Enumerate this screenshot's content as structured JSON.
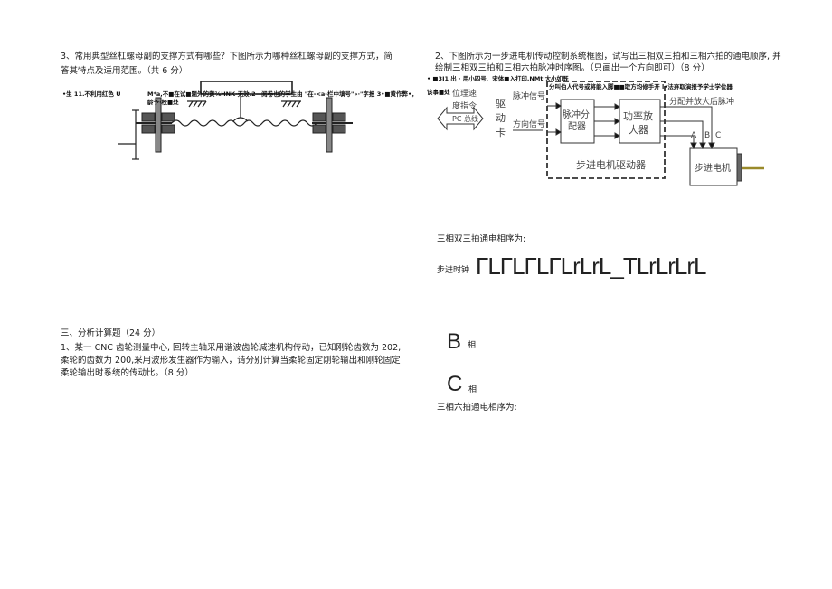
{
  "left": {
    "q3_line1": "3、常用典型丝杠螺母副的支撑方式有哪些？下图所示为哪种丝杠螺母副的支撑方式，简",
    "q3_line2": "答其特点及适用范围。（共 6 分）",
    "garbled_a": "•生 11.不利用红色 U",
    "garbled_b": "M*a,不■在试■题外的黄⅞HNK·无效.2—阅卷也的学生由 \"在-<a-栏中填号\"»·\"字报 3•■黄作弊•，龄予·校■处",
    "section3": "三、分析计算题（24 分）",
    "q1_line1": "1、某一 CNC 齿轮测量中心, 回转主轴采用谐波齿轮减速机构传动，已知刚轮齿数为 202,",
    "q1_line2": "柔轮的齿数为 200,采用波形发生器作为输入，请分别计算当柔轮固定刚轮输出和刚轮固定",
    "q1_line3": "柔轮输出时系统的传动比。（8 分）"
  },
  "right": {
    "q2_line1": "2、下图所示为一步进电机传动控制系统框图，试写出三相双三拍和三相六拍的通电顺序, 并",
    "q2_line2": "绘制三相双三拍和三相六拍脉冲时序图。（只画出一个方向即可）（8 分）",
    "garbled_c": "• ■3I1 出 · 用小四号、宋体■入打印.NMt 大小如既",
    "garbled_d": "分叫伯人代号或将能入脚■■取方均修手开 l•法弃取演报予学士学位器",
    "garbled_e": "该事■处",
    "diagram": {
      "pos_cmd_1": "位理速",
      "pos_cmd_2": "度指令",
      "bus": "PC 总线",
      "card_1": "驱",
      "card_2": "动",
      "card_3": "卡",
      "pulse_signal": "脉冲信号",
      "dir_signal": "方向信号",
      "distributor_1": "脉冲分",
      "distributor_2": "配器",
      "amp_1": "功率放",
      "amp_2": "大器",
      "driver": "步进电机驱动器",
      "amplified": "分配并放大后脉冲",
      "phase_a": "A",
      "phase_b": "B",
      "phase_c": "C",
      "motor": "步进电机"
    },
    "double3_label": "三相双三拍通电相序为:",
    "clock_label": "步进时钟",
    "clock_wave": "ΓLΓLΓLΓLrLrL_TLrLrLrL",
    "b_letter": "B",
    "b_suffix": "相",
    "c_letter": "C",
    "c_suffix": "相",
    "six_label": "三相六拍通电相序为:"
  }
}
